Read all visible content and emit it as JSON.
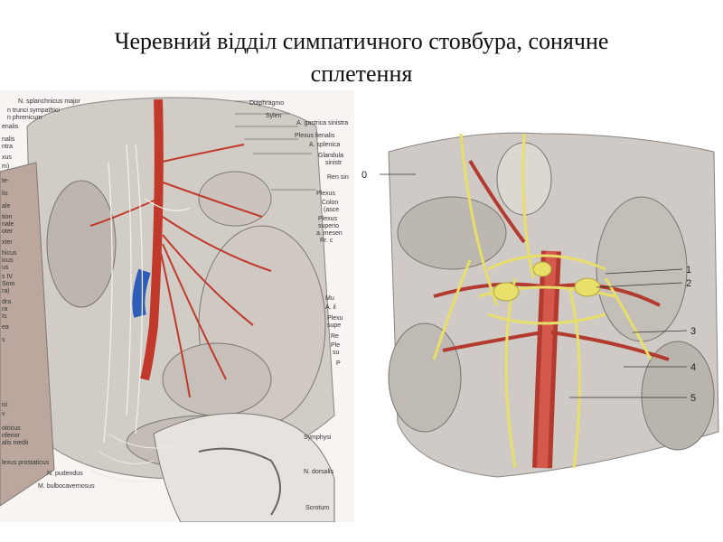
{
  "slide": {
    "title_line1": "Черевний відділ симпатичного стовбура, сонячне",
    "title_line2": "сплетення"
  },
  "left_figure": {
    "labels_right": [
      "Diaphragmo",
      "Sylen",
      "A. gastrica sinistra",
      "Plexus lienalis",
      "A. splenica",
      "Glandula",
      "sinistr",
      "Ren sin",
      "Plexus",
      "Colon",
      "(asce",
      "Plexus",
      "superio",
      "a. mesen",
      "Rr. c",
      "Mu",
      "A. il",
      "Plexu",
      "supe",
      "Re",
      "Ple",
      "su",
      "P",
      "Symphysi",
      "N. dorsalis",
      "Scrotum"
    ],
    "labels_left": [
      "N. splanchnicus major",
      "n trunci sympathici",
      "n phrenicum",
      "enalis",
      "nalis",
      "ntra",
      "xus",
      "m)",
      "te-",
      "lis",
      "ale",
      "tion",
      "nale",
      "oter",
      "xter",
      "hicus",
      "icus",
      "us",
      "s IV",
      "Som",
      "ra)",
      "dra",
      "ra",
      "Is",
      "ea",
      "s",
      "ici",
      "v",
      "otricus",
      "nferior",
      "alis medii",
      "lexus prostaticus",
      "N. pudendus",
      "M. bulbocavernosus"
    ]
  },
  "right_figure": {
    "numbers": [
      "1",
      "2",
      "3",
      "4",
      "5"
    ],
    "left_marker": "0"
  },
  "colors": {
    "artery": "#c0392b",
    "nerve": "#e8df6a",
    "vein": "#2d5db8",
    "tissue": "#c9c4c0"
  }
}
